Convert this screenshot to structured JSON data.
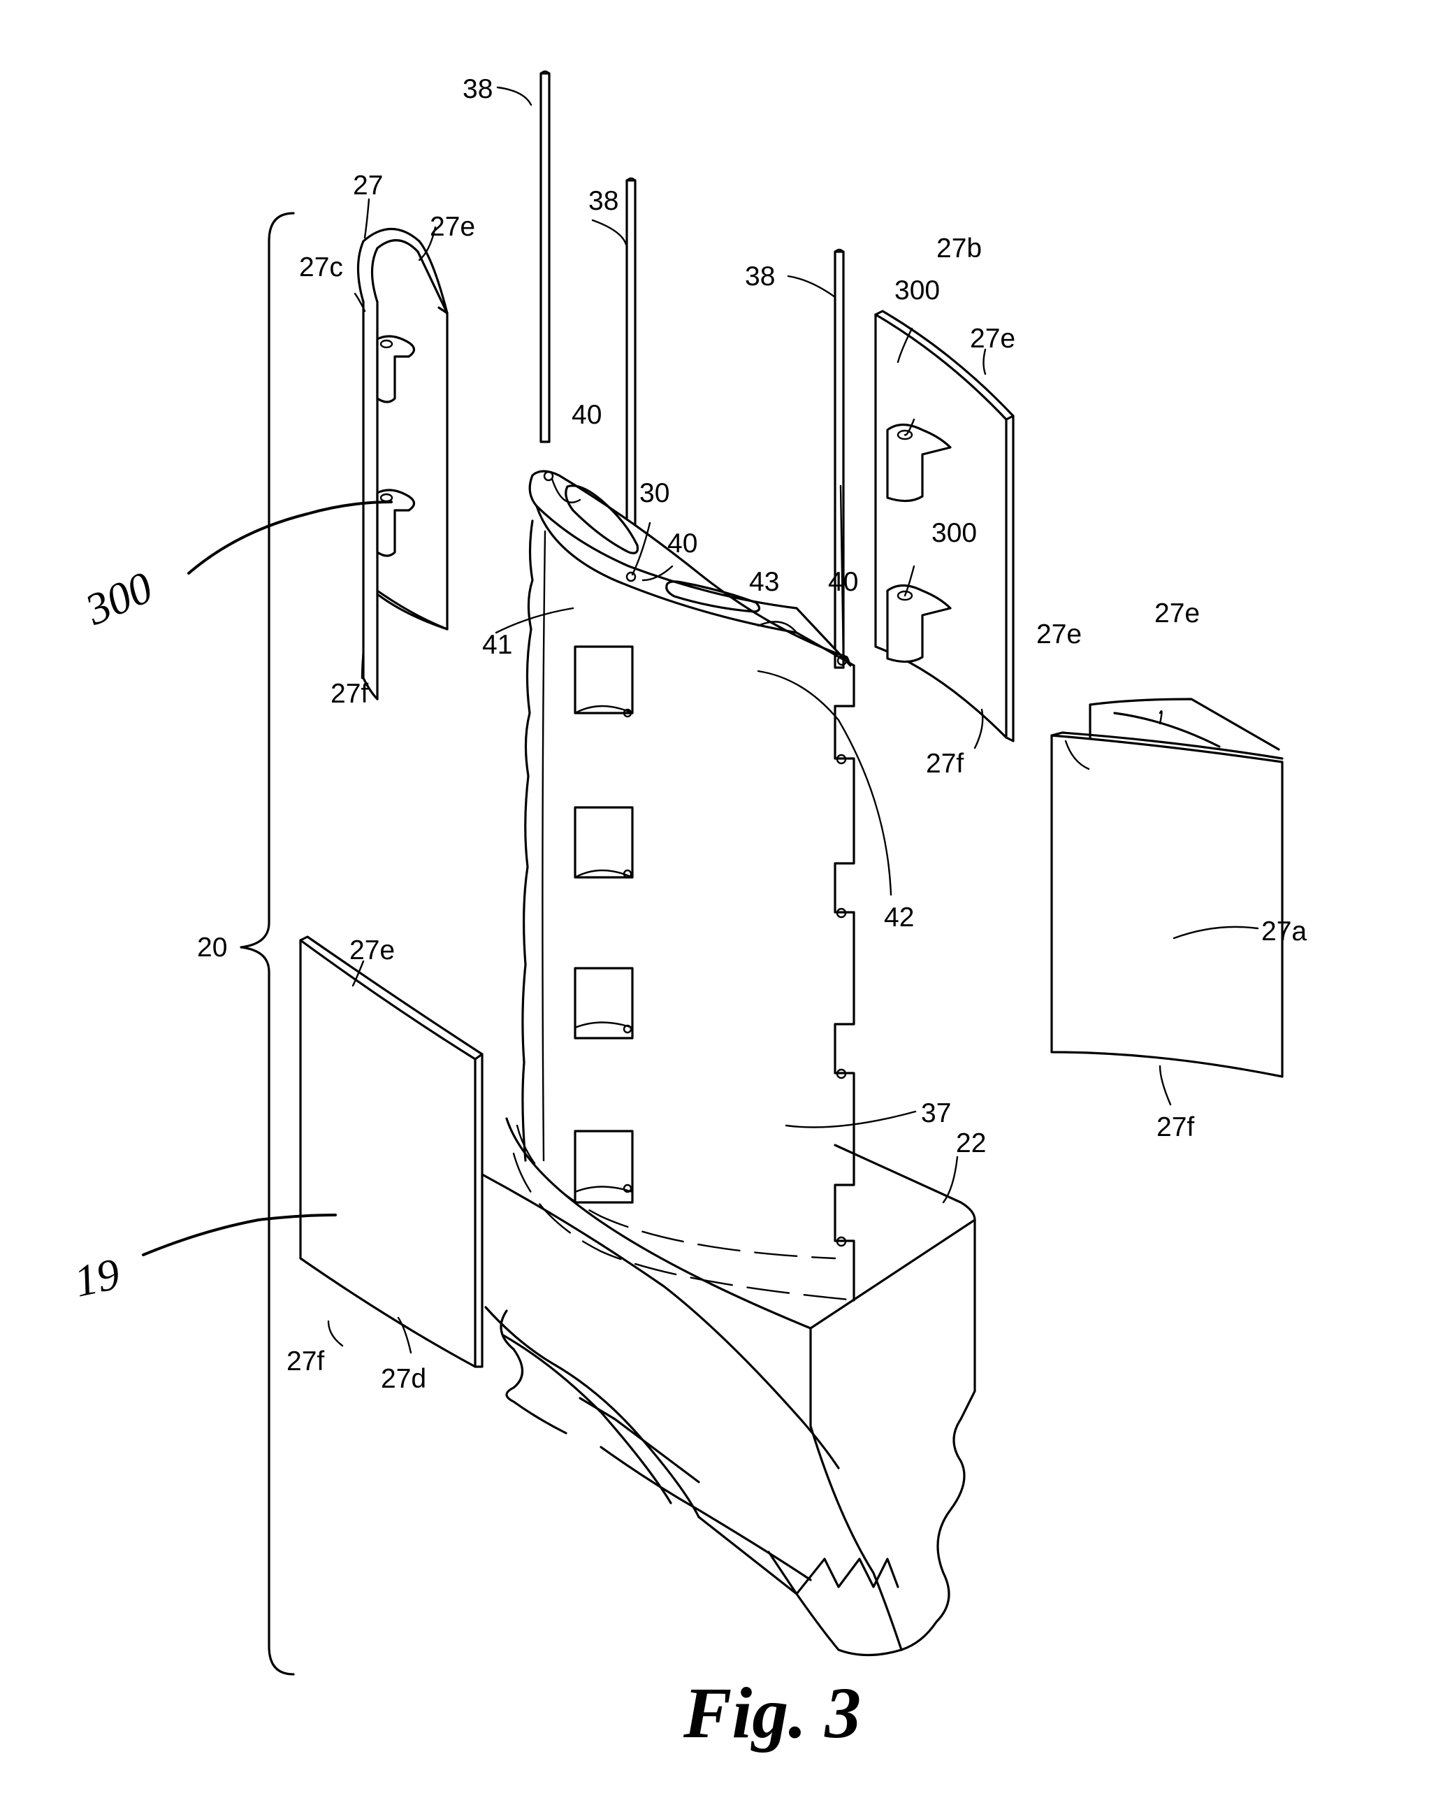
{
  "figure": {
    "caption": "Fig. 3",
    "labels": {
      "l38a": "38",
      "l38b": "38",
      "l38c": "38",
      "l27": "27",
      "l27e_tl": "27e",
      "l27c": "27c",
      "l27b": "27b",
      "l300_r1": "300",
      "l27e_r": "27e",
      "l300_r2": "300",
      "l40a": "40",
      "l30": "30",
      "l40b": "40",
      "l40c": "40",
      "l43": "43",
      "l41": "41",
      "l300_hand": "300",
      "l27f_tl": "27f",
      "l27e_a1": "27e",
      "l27e_a2": "27e",
      "l27f_r": "27f",
      "l42": "42",
      "l27a": "27a",
      "l20": "20",
      "l27e_bl": "27e",
      "l37": "37",
      "l27f_a": "27f",
      "l22": "22",
      "l19": "19",
      "l27f_bl": "27f",
      "l27d": "27d"
    }
  }
}
